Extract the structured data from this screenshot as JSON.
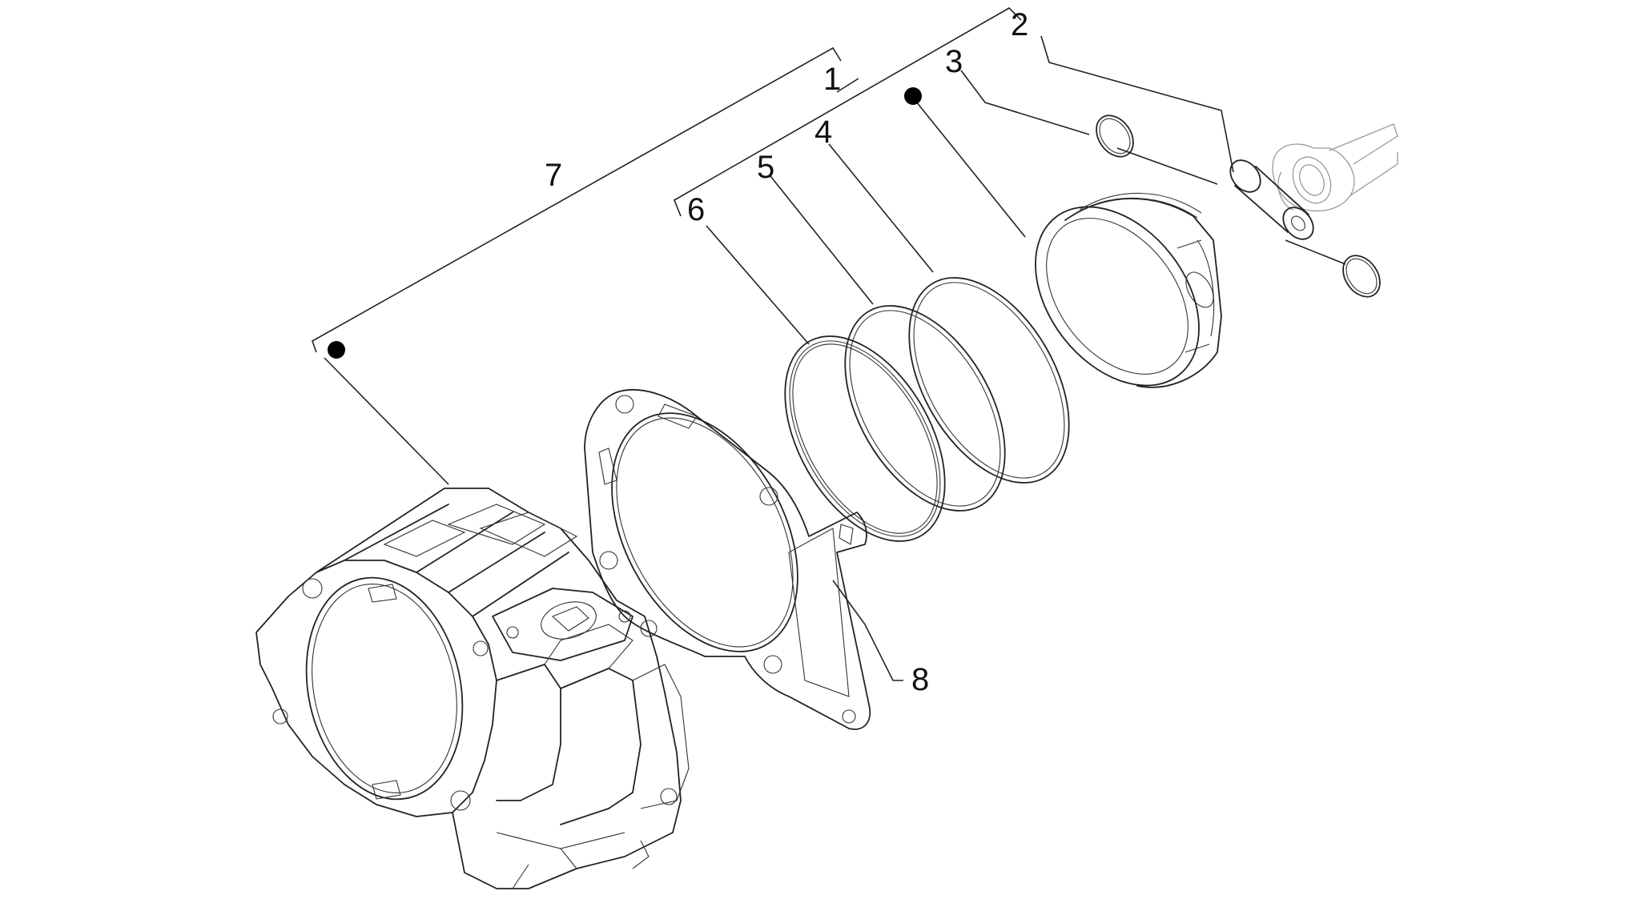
{
  "diagram": {
    "callouts": [
      {
        "id": "1",
        "text": "1"
      },
      {
        "id": "2",
        "text": "2"
      },
      {
        "id": "3",
        "text": "3"
      },
      {
        "id": "4",
        "text": "4"
      },
      {
        "id": "5",
        "text": "5"
      },
      {
        "id": "6",
        "text": "6"
      },
      {
        "id": "7",
        "text": "7"
      },
      {
        "id": "8",
        "text": "8"
      }
    ],
    "icons": {
      "kit_marker": "filled-dot-icon"
    },
    "colors": {
      "line": "#222222",
      "ghost": "#9a9a9a",
      "background": "#ffffff"
    }
  }
}
